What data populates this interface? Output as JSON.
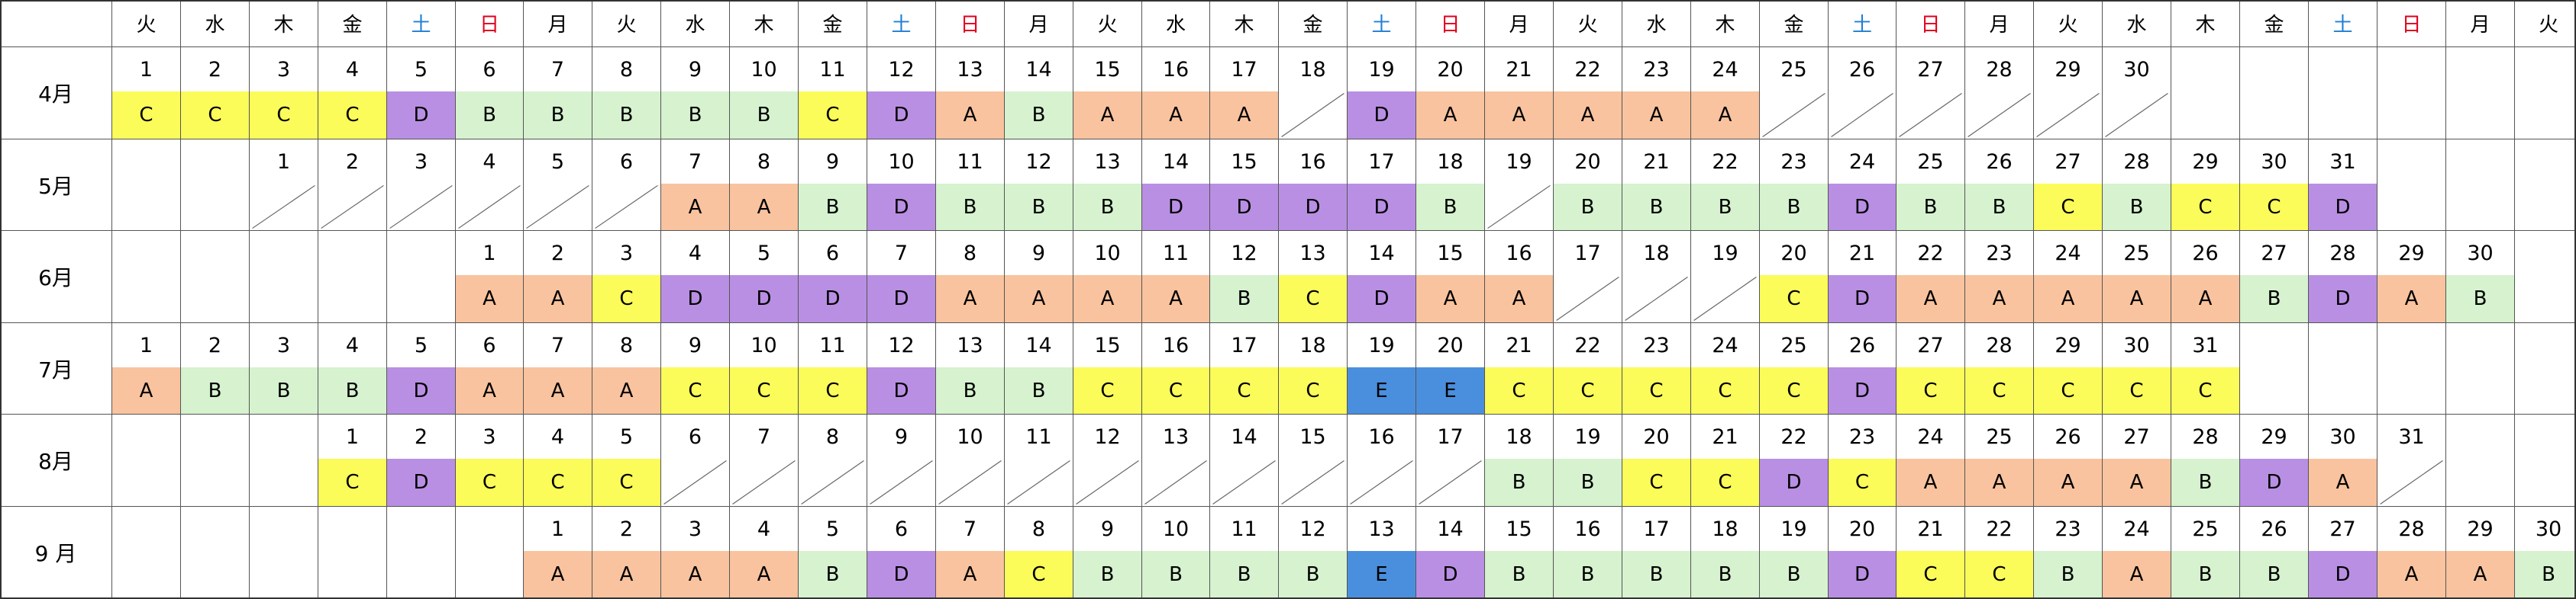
{
  "weekday_header": [
    "火",
    "水",
    "木",
    "金",
    "土",
    "日",
    "月",
    "火",
    "水",
    "木",
    "金",
    "土",
    "日",
    "月",
    "火",
    "水",
    "木",
    "金",
    "土",
    "日",
    "月",
    "火",
    "水",
    "木",
    "金",
    "土",
    "日",
    "月",
    "火",
    "水",
    "木",
    "金",
    "土",
    "日",
    "月",
    "火"
  ],
  "colors": {
    "A": "#f8c39e",
    "B": "#d6f2cf",
    "C": "#fbfb5a",
    "D": "#b98fe3",
    "E": "#4a8fdd",
    "saturday_text": "#1f7fd6",
    "sunday_text": "#e0001b",
    "grid_line": "#555555"
  },
  "months": [
    {
      "label": "4月",
      "start": 0,
      "codes": [
        "C",
        "C",
        "C",
        "C",
        "D",
        "B",
        "B",
        "B",
        "B",
        "B",
        "C",
        "D",
        "A",
        "B",
        "A",
        "A",
        "A",
        "/",
        "D",
        "A",
        "A",
        "A",
        "A",
        "A",
        "/",
        "/",
        "/",
        "/",
        "/",
        "/"
      ]
    },
    {
      "label": "5月",
      "start": 2,
      "codes": [
        "/",
        "/",
        "/",
        "/",
        "/",
        "/",
        "A",
        "A",
        "B",
        "D",
        "B",
        "B",
        "B",
        "D",
        "D",
        "D",
        "D",
        "B",
        "/",
        "B",
        "B",
        "B",
        "B",
        "D",
        "B",
        "B",
        "C",
        "B",
        "C",
        "C",
        "D"
      ]
    },
    {
      "label": "6月",
      "start": 5,
      "codes": [
        "A",
        "A",
        "C",
        "D",
        "D",
        "D",
        "D",
        "A",
        "A",
        "A",
        "A",
        "B",
        "C",
        "D",
        "A",
        "A",
        "/",
        "/",
        "/",
        "C",
        "D",
        "A",
        "A",
        "A",
        "A",
        "A",
        "B",
        "D",
        "A",
        "B"
      ]
    },
    {
      "label": "7月",
      "start": 0,
      "codes": [
        "A",
        "B",
        "B",
        "B",
        "D",
        "A",
        "A",
        "A",
        "C",
        "C",
        "C",
        "D",
        "B",
        "B",
        "C",
        "C",
        "C",
        "C",
        "E",
        "E",
        "C",
        "C",
        "C",
        "C",
        "C",
        "D",
        "C",
        "C",
        "C",
        "C",
        "C"
      ]
    },
    {
      "label": "8月",
      "start": 3,
      "codes": [
        "C",
        "D",
        "C",
        "C",
        "C",
        "/",
        "/",
        "/",
        "/",
        "/",
        "/",
        "/",
        "/",
        "/",
        "/",
        "/",
        "/",
        "B",
        "B",
        "C",
        "C",
        "D",
        "C",
        "A",
        "A",
        "A",
        "A",
        "B",
        "D",
        "A",
        "/"
      ]
    },
    {
      "label": "9 月",
      "start": 6,
      "codes": [
        "A",
        "A",
        "A",
        "A",
        "B",
        "D",
        "A",
        "C",
        "B",
        "B",
        "B",
        "B",
        "E",
        "D",
        "B",
        "B",
        "B",
        "B",
        "B",
        "D",
        "C",
        "C",
        "B",
        "A",
        "B",
        "B",
        "D",
        "A",
        "A",
        "B"
      ]
    }
  ]
}
